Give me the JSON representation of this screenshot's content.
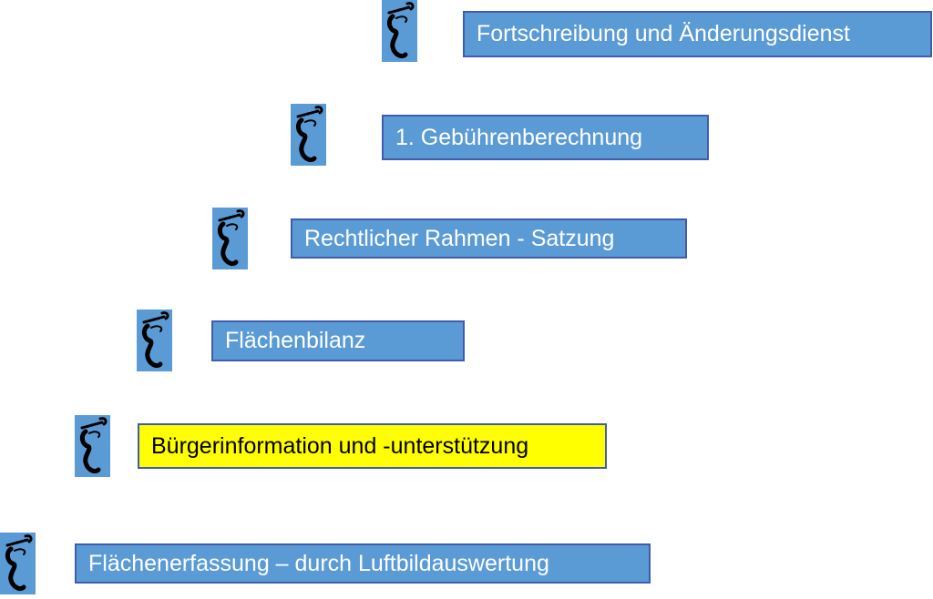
{
  "steps": [
    {
      "label": "Fortschreibung und Änderungsdienst",
      "icon": "footprint-icon",
      "highlight": false
    },
    {
      "label": "1. Gebührenberechnung",
      "icon": "footprint-icon",
      "highlight": false
    },
    {
      "label": "Rechtlicher Rahmen - Satzung",
      "icon": "footprint-icon",
      "highlight": false
    },
    {
      "label": "Flächenbilanz",
      "icon": "footprint-icon",
      "highlight": false
    },
    {
      "label": "Bürgerinformation und -unterstützung",
      "icon": "footprint-icon",
      "highlight": true
    },
    {
      "label": "Flächenerfassung – durch Luftbildauswertung",
      "icon": "footprint-icon",
      "highlight": false
    }
  ],
  "colors": {
    "box": "#5b9bd5",
    "border": "#3f5cae",
    "highlight": "#ffff00"
  }
}
